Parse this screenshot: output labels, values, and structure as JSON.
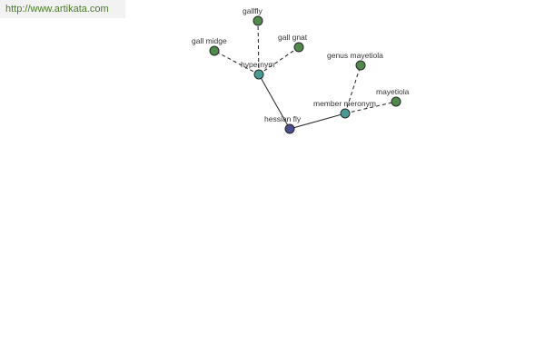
{
  "banner": {
    "url_text": "http://www.artikata.com"
  },
  "colors": {
    "root_node": "#4a4e8c",
    "relation_node": "#4a9a94",
    "leaf_node": "#4f8a4a",
    "node_stroke": "#2a2a2a",
    "edge": "#222222",
    "banner_text": "#4a7a2a"
  },
  "graph": {
    "nodes": [
      {
        "id": "hessian-fly",
        "label": "hessian fly",
        "kind": "root"
      },
      {
        "id": "hypernym",
        "label": "hypernym",
        "kind": "relation"
      },
      {
        "id": "member-meronym",
        "label": "member meronym",
        "kind": "relation"
      },
      {
        "id": "gallfly",
        "label": "gallfly",
        "kind": "leaf"
      },
      {
        "id": "gall-midge",
        "label": "gall midge",
        "kind": "leaf"
      },
      {
        "id": "gall-gnat",
        "label": "gall gnat",
        "kind": "leaf"
      },
      {
        "id": "genus-mayetiola",
        "label": "genus mayetiola",
        "kind": "leaf"
      },
      {
        "id": "mayetiola",
        "label": "mayetiola",
        "kind": "leaf"
      }
    ],
    "edges": [
      {
        "from": "hessian-fly",
        "to": "hypernym",
        "style": "solid"
      },
      {
        "from": "hessian-fly",
        "to": "member-meronym",
        "style": "solid"
      },
      {
        "from": "hypernym",
        "to": "gallfly",
        "style": "dashed"
      },
      {
        "from": "hypernym",
        "to": "gall-midge",
        "style": "dashed"
      },
      {
        "from": "hypernym",
        "to": "gall-gnat",
        "style": "dashed"
      },
      {
        "from": "member-meronym",
        "to": "genus-mayetiola",
        "style": "dashed"
      },
      {
        "from": "member-meronym",
        "to": "mayetiola",
        "style": "dashed"
      }
    ]
  }
}
